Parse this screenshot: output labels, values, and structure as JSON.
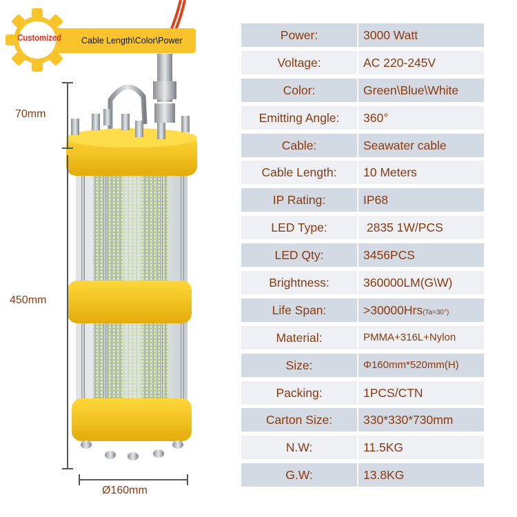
{
  "badge": {
    "customized": "Customized",
    "options": "Cable Length\\Color\\Power"
  },
  "dimensions": {
    "top_height": "70mm",
    "body_height": "450mm",
    "diameter": "Ø160mm"
  },
  "specs": [
    {
      "label": "Power:",
      "value": "3000 Watt"
    },
    {
      "label": "Voltage:",
      "value": "AC 220-245V"
    },
    {
      "label": "Color:",
      "value": "Green\\Blue\\White"
    },
    {
      "label": "Emitting Angle:",
      "value": "360°"
    },
    {
      "label": "Cable:",
      "value": "Seawater cable"
    },
    {
      "label": "Cable Length:",
      "value": "10 Meters"
    },
    {
      "label": "IP Rating:",
      "value": "IP68"
    },
    {
      "label": "LED Type:",
      "value": " 2835 1W/PCS"
    },
    {
      "label": "LED Qty:",
      "value": "3456PCS"
    },
    {
      "label": "Brightness:",
      "value": "360000LM(G\\W)"
    },
    {
      "label": "Life Span:",
      "value": ">30000Hrs",
      "note": "(Ta=30°)"
    },
    {
      "label": "Material:",
      "value": "PMMA+316L+Nylon"
    },
    {
      "label": "Size:",
      "value": "Φ160mm*520mm(H)"
    },
    {
      "label": "Packing:",
      "value": "1PCS/CTN"
    },
    {
      "label": "Carton Size:",
      "value": "330*330*730mm"
    },
    {
      "label": "N.W:",
      "value": "11.5KG"
    },
    {
      "label": "G.W:",
      "value": "13.8KG"
    }
  ],
  "colors": {
    "text": "#8a3a10",
    "row_dark": "#d3dae3",
    "row_light": "#eef0f3",
    "badge_yellow": "#f8c32b",
    "badge_red": "#e0301e",
    "lamp_yellow": "#f5c817"
  }
}
